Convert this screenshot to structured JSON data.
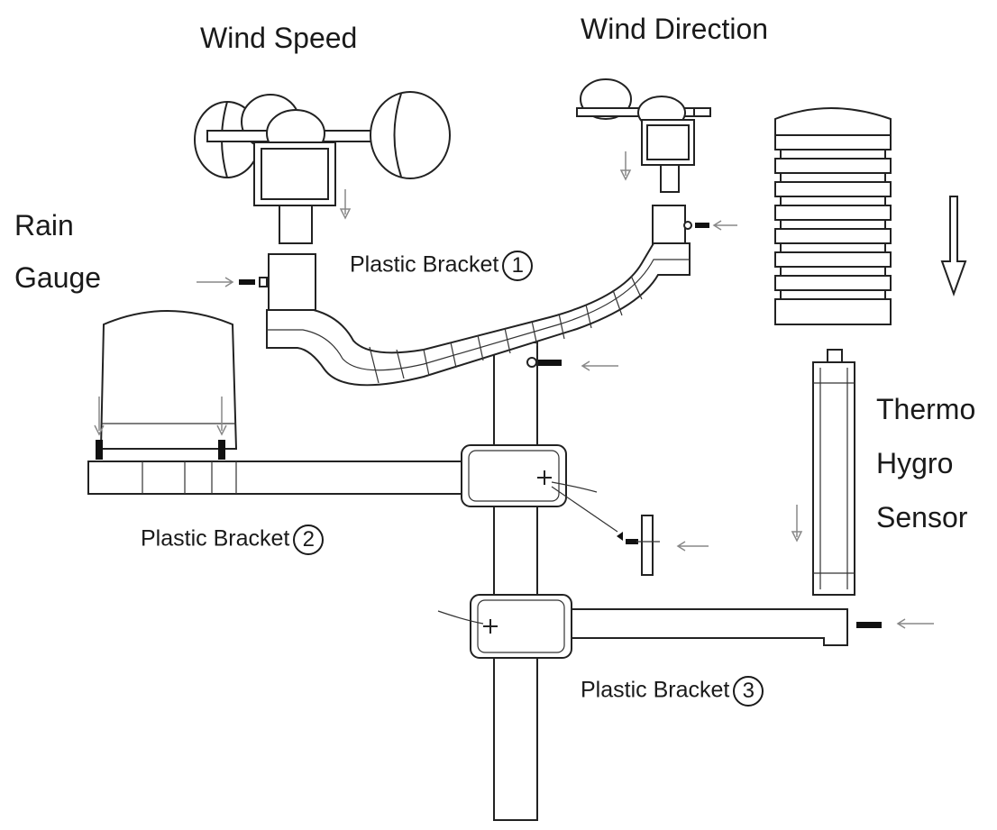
{
  "labels": {
    "wind_speed": "Wind Speed",
    "wind_direction": "Wind Direction",
    "rain_line1": "Rain",
    "rain_line2": "Gauge",
    "thermo_line1": "Thermo",
    "thermo_line2": "Hygro",
    "thermo_line3": "Sensor",
    "bracket_text": "Plastic Bracket",
    "bracket1_num": "1",
    "bracket2_num": "2",
    "bracket3_num": "3"
  }
}
